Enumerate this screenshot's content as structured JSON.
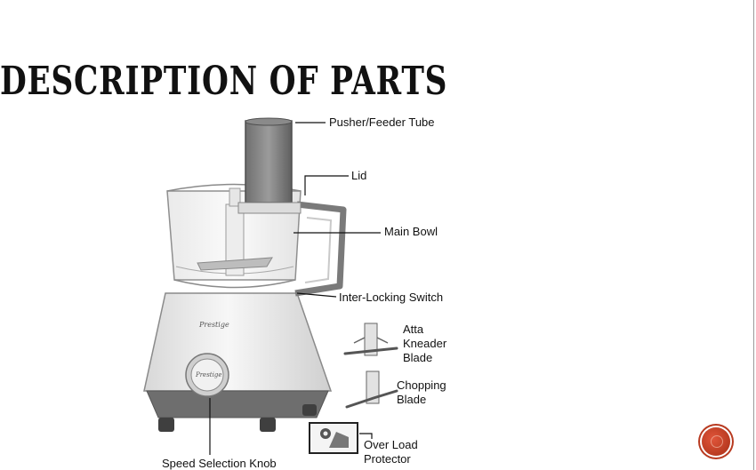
{
  "slide": {
    "title": "DESCRIPTION OF PARTS",
    "accent_color": "#c0452a"
  },
  "diagram": {
    "brand": "Prestige",
    "callouts": {
      "pusher_feeder_tube": "Pusher/Feeder Tube",
      "lid": "Lid",
      "main_bowl": "Main Bowl",
      "inter_locking_switch": "Inter-Locking Switch",
      "atta_kneader_blade": [
        "Atta",
        "Kneader",
        "Blade"
      ],
      "chopping_blade": [
        "Chopping",
        "Blade"
      ],
      "over_load_protector": [
        "Over Load",
        "Protector"
      ],
      "speed_selection_knob": "Speed Selection Knob"
    }
  }
}
